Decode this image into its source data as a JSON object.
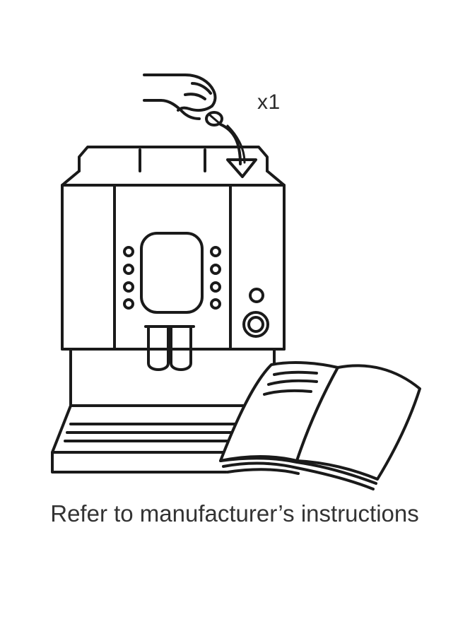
{
  "quantity_label": "x1",
  "caption": "Refer to manufacturer’s instructions",
  "illustration": {
    "subject": "coffee machine with hand dropping tablet into top and open manual",
    "icons": [
      "hand-icon",
      "tablet-icon",
      "arrow-down-icon",
      "coffee-machine-icon",
      "manual-book-icon"
    ]
  },
  "colors": {
    "line": "#1a1a1a",
    "background": "#ffffff",
    "text": "#333333"
  }
}
